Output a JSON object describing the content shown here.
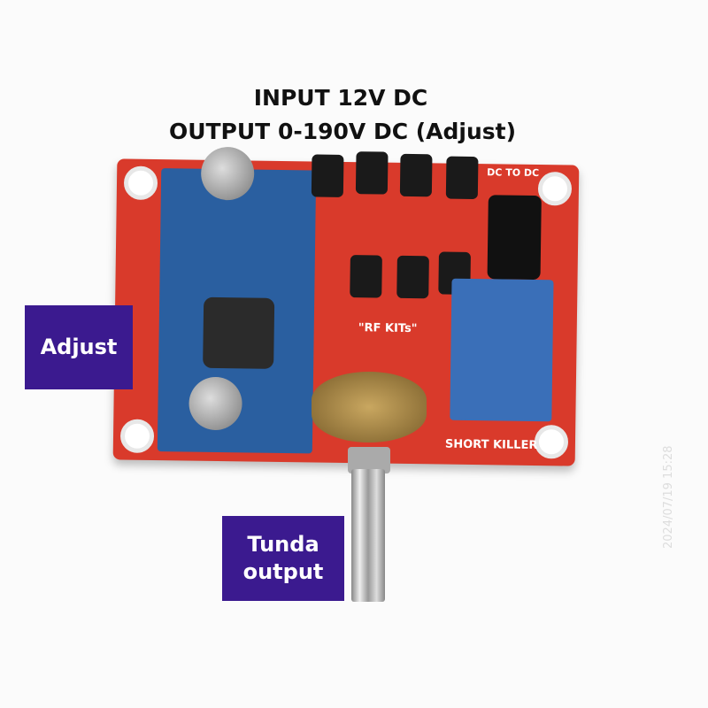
{
  "heading": {
    "line1": "INPUT 12V DC",
    "line2": "OUTPUT 0-190V DC (Adjust)"
  },
  "labels": {
    "adjust": "Adjust",
    "tunda": "Tunda output"
  },
  "pcb": {
    "brand": "\"RF KITs\"",
    "short_killer": "SHORT KILLER",
    "dc_to_dc": "DC TO DC"
  },
  "timestamp": "2024/07/19 15:28",
  "colors": {
    "board": "#d93a2b",
    "label_bg": "#3b1a8f",
    "module": "#2a5fa0"
  }
}
